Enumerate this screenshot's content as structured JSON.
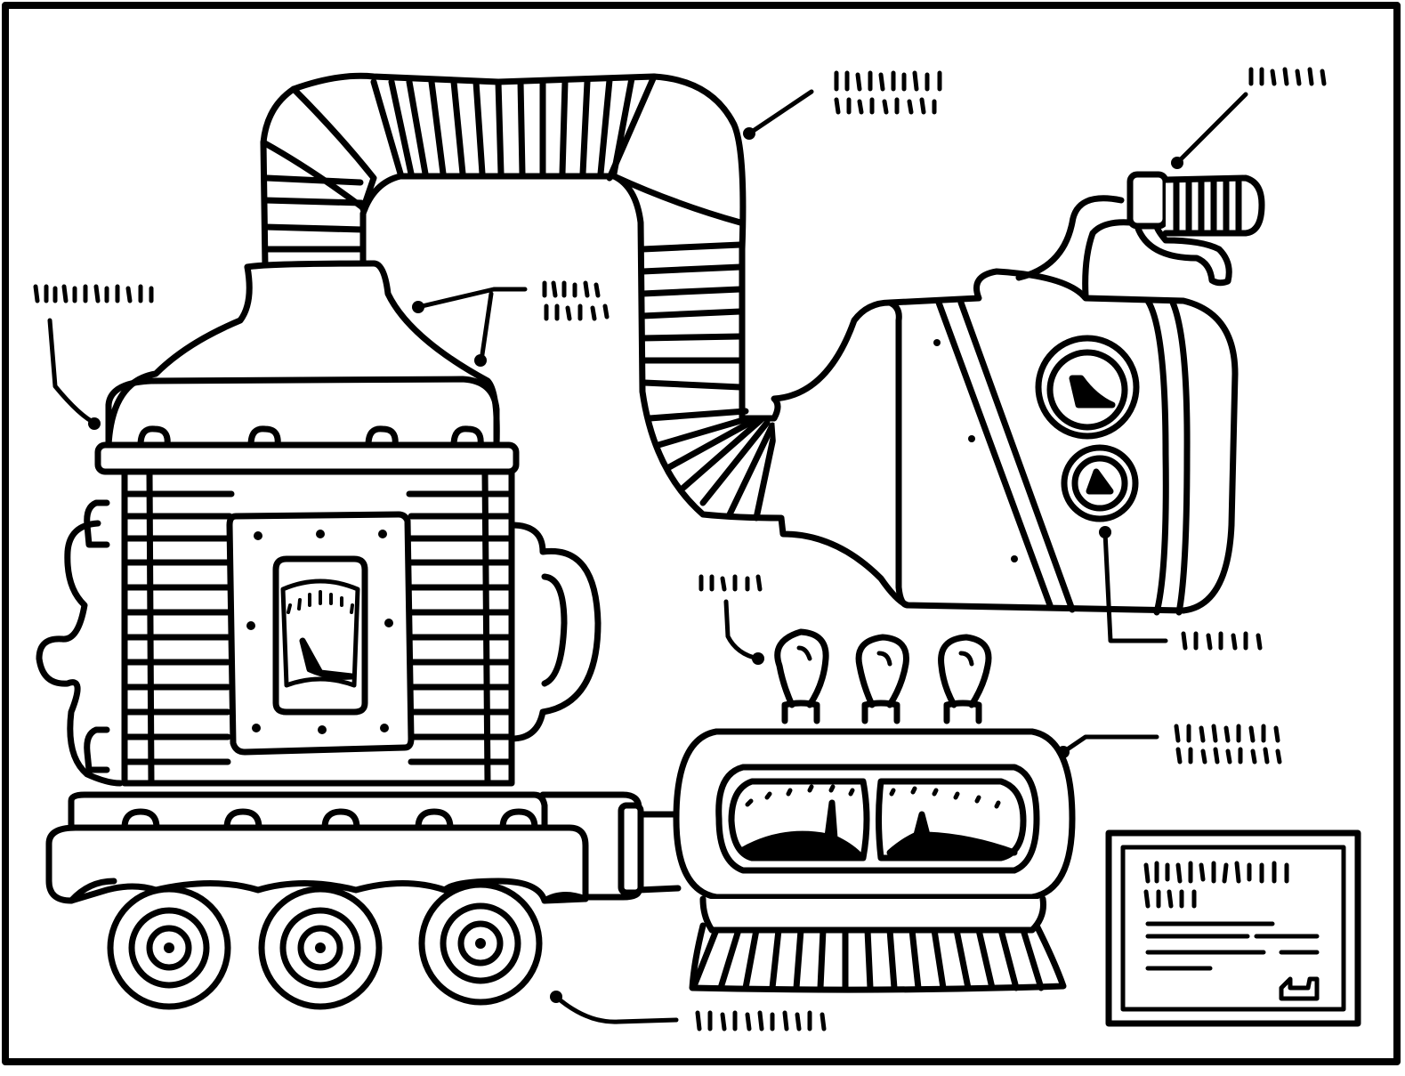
{
  "diagram": {
    "frame": "border",
    "line_color": "#000000",
    "background_color": "#ffffff",
    "label_style": "illegible scribble marks (no readable text)",
    "callout_count": 9,
    "components": [
      {
        "name": "boiler-tank"
      },
      {
        "name": "boiler-gauge-panel"
      },
      {
        "name": "flex-duct-pipe"
      },
      {
        "name": "capsule-chamber"
      },
      {
        "name": "capsule-dial-large"
      },
      {
        "name": "capsule-dial-small"
      },
      {
        "name": "valve-spout"
      },
      {
        "name": "toggle-knobs"
      },
      {
        "name": "twin-meter-unit"
      },
      {
        "name": "brush-base"
      },
      {
        "name": "wheeled-cart"
      },
      {
        "name": "nameplate"
      }
    ]
  }
}
